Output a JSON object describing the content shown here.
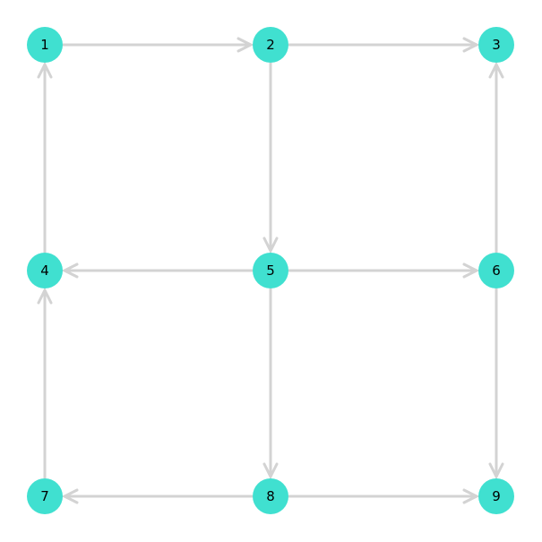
{
  "colors": {
    "node_fill": "#40e0d0",
    "edge_stroke": "#d3d3d3",
    "label": "#000000"
  },
  "nodes": [
    {
      "id": "1",
      "label": "1"
    },
    {
      "id": "2",
      "label": "2"
    },
    {
      "id": "3",
      "label": "3"
    },
    {
      "id": "4",
      "label": "4"
    },
    {
      "id": "5",
      "label": "5"
    },
    {
      "id": "6",
      "label": "6"
    },
    {
      "id": "7",
      "label": "7"
    },
    {
      "id": "8",
      "label": "8"
    },
    {
      "id": "9",
      "label": "9"
    }
  ],
  "edges": [
    {
      "from": "1",
      "to": "2"
    },
    {
      "from": "2",
      "to": "3"
    },
    {
      "from": "2",
      "to": "5"
    },
    {
      "from": "4",
      "to": "1"
    },
    {
      "from": "6",
      "to": "3"
    },
    {
      "from": "5",
      "to": "4"
    },
    {
      "from": "5",
      "to": "6"
    },
    {
      "from": "5",
      "to": "8"
    },
    {
      "from": "6",
      "to": "9"
    },
    {
      "from": "7",
      "to": "4"
    },
    {
      "from": "8",
      "to": "7"
    },
    {
      "from": "8",
      "to": "9"
    }
  ]
}
